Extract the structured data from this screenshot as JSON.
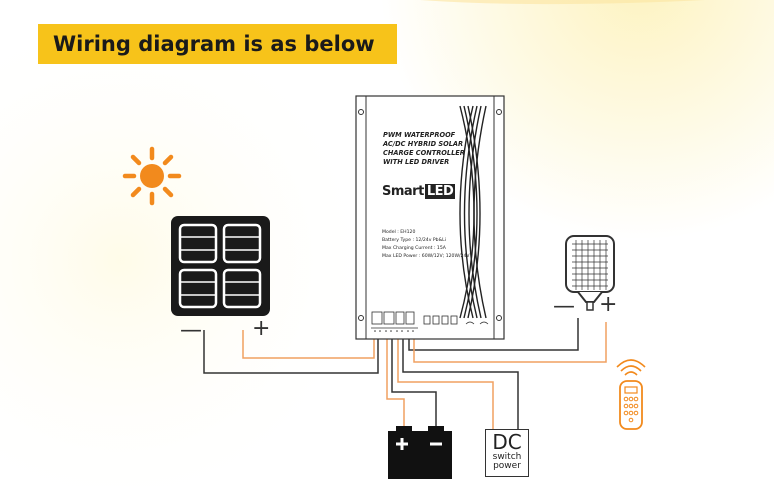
{
  "title": "Wiring diagram is as below",
  "controller": {
    "title_lines": [
      "PWM WATERPROOF",
      "AC/DC HYBRID SOLAR",
      "CHARGE CONTROLLER",
      "WITH LED DRIVER"
    ],
    "logo_main": "Smart",
    "logo_led": "LED",
    "model": "Model : EH120",
    "battery_type": "Battery Type : 12/24v Pb&Li",
    "max_charging_current": "Max Charging Current : 15A",
    "max_led_power": "Max LED Power : 60W/12V; 120W/24V"
  },
  "panel_signs": {
    "minus": "—",
    "plus": "+"
  },
  "lamp_signs": {
    "minus": "—",
    "plus": "+"
  },
  "dc_power": {
    "big": "DC",
    "line1": "switch",
    "line2": "power"
  },
  "colors": {
    "accent": "#f7c31a",
    "wire_positive": "#f0a060",
    "wire_negative": "#333333",
    "sun": "#f28a1d",
    "remote": "#f28a1d"
  }
}
